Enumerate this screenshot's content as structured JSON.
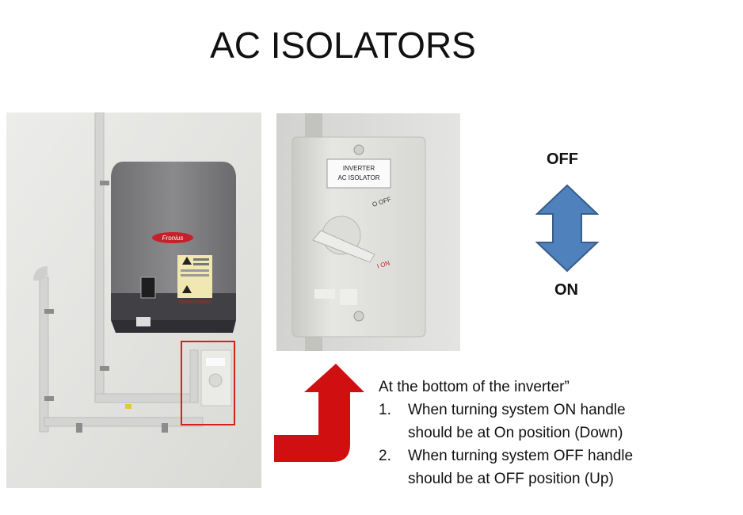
{
  "slide": {
    "title": "AC ISOLATORS"
  },
  "photo_left": {
    "brand": "Fronius",
    "label_text": "FRONIUS PRIMO"
  },
  "photo_right": {
    "sign_line1": "INVERTER",
    "sign_line2": "AC ISOLATOR",
    "off_mark": "O OFF",
    "on_mark": "I ON"
  },
  "direction": {
    "off_label": "OFF",
    "on_label": "ON",
    "arrow_color": "#4f81bd",
    "arrow_outline": "#385d8a"
  },
  "pointer_arrow_color": "#d01010",
  "highlight_box_color": "#d62020",
  "instructions": {
    "lead": "At the bottom of the inverter”",
    "items": [
      {
        "num": "1.",
        "line1": "When turning system ON handle",
        "line2": "should be at On position (Down)"
      },
      {
        "num": "2.",
        "line1": "When turning system OFF handle",
        "line2": "should be at  OFF position (Up)"
      }
    ]
  }
}
